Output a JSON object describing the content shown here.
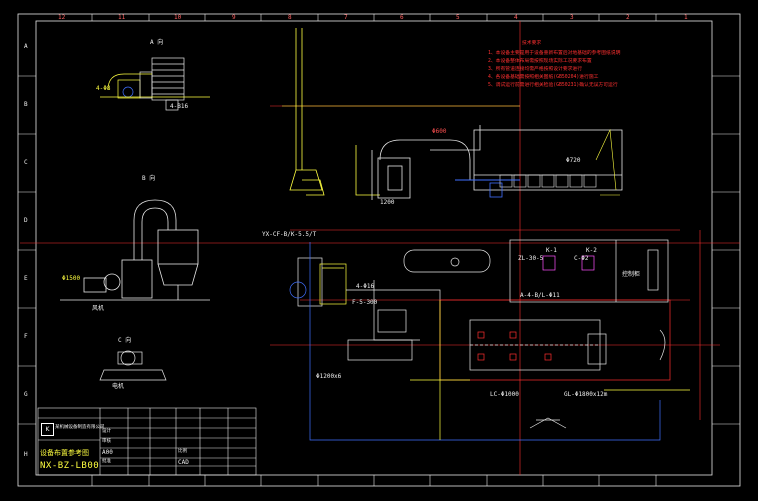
{
  "zones_top": [
    "12",
    "11",
    "10",
    "9",
    "8",
    "7",
    "6",
    "5",
    "4",
    "3",
    "2",
    "1"
  ],
  "zones_side": [
    "A",
    "B",
    "C",
    "D",
    "E",
    "F",
    "G",
    "H"
  ],
  "tech_notes": {
    "title": "技术要求",
    "items": [
      "1、本设备主要是用于设备重新布置后对地基础的参考图纸说明",
      "2、本设备整体布局需按照现场实际工况要求布置",
      "3、所有管道连接均需严格按照设计要求进行",
      "4、各设备基础需按照相关图纸(GB50204)进行施工",
      "5、调试运行前需进行相关检验(GB50231)确认无误方可运行"
    ]
  },
  "view_labels": {
    "view_a": "A 向",
    "view_b": "B 向",
    "view_c": "C 向"
  },
  "annotations": {
    "label_top_left": "4-Φ8",
    "label_fan_left": "Φ1500",
    "label_pump": "4-B16",
    "label_collector": "YX-CF-B/K-5.5/T",
    "label_motor": "4-Φ16",
    "label_burner": "F-5-300",
    "label_tank": "ZL-30-5",
    "label_cyclone": "C-Φ2",
    "label_conveyor": "LC-Φ1000",
    "label_kiln": "GL-Φ1800x12m",
    "label_dryer": "Φ1200x6",
    "label_fan_flow": "A-4-B/L-Φ11",
    "label_chimney": "Φ600",
    "label_control": "控制柜",
    "label_cabinet1": "K-1",
    "label_cabinet2": "K-2",
    "label_pipe": "Φ720",
    "label_base": "1200",
    "label_bottom_fan": "风机",
    "label_motor2": "电机"
  },
  "title_block": {
    "logo": "K",
    "company": "某机械设备制造有限公司",
    "drawing_title": "设备布置参考图",
    "drawing_code": "NX-BZ-LB00",
    "row_labels": [
      "A00",
      "设计",
      "审核",
      "批准",
      "CAD",
      "比例"
    ]
  }
}
